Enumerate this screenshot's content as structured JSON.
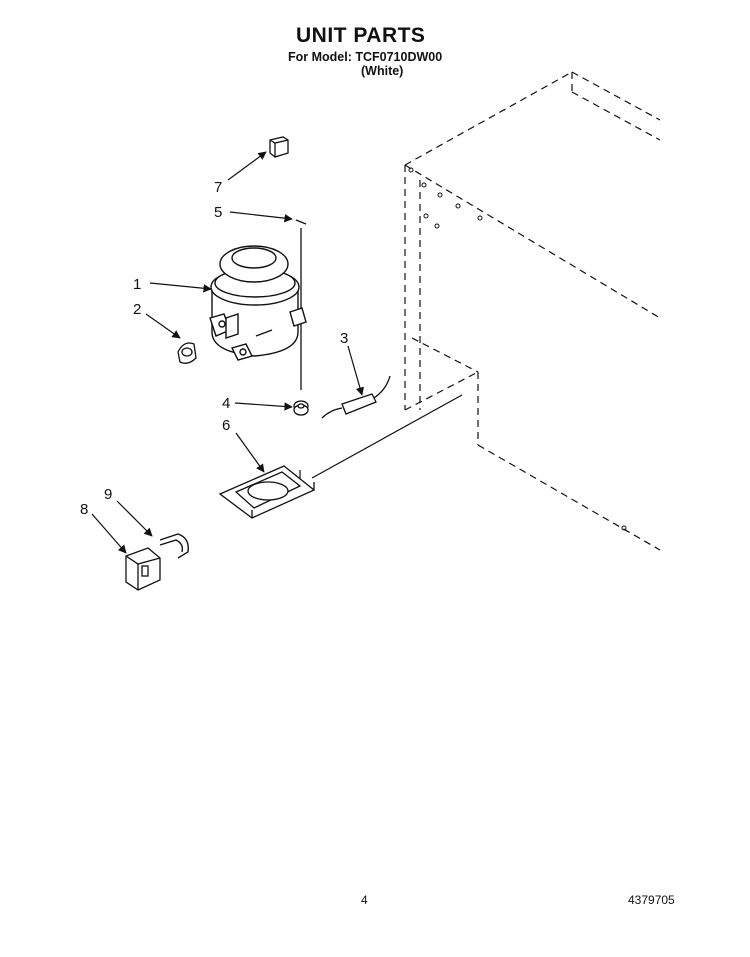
{
  "header": {
    "title": "UNIT PARTS",
    "model_line": "For Model: TCF0710DW00",
    "color_line": "(White)"
  },
  "callouts": [
    "1",
    "2",
    "3",
    "4",
    "5",
    "6",
    "7",
    "8",
    "9"
  ],
  "footer": {
    "page_number": "4",
    "document_number": "4379705"
  }
}
